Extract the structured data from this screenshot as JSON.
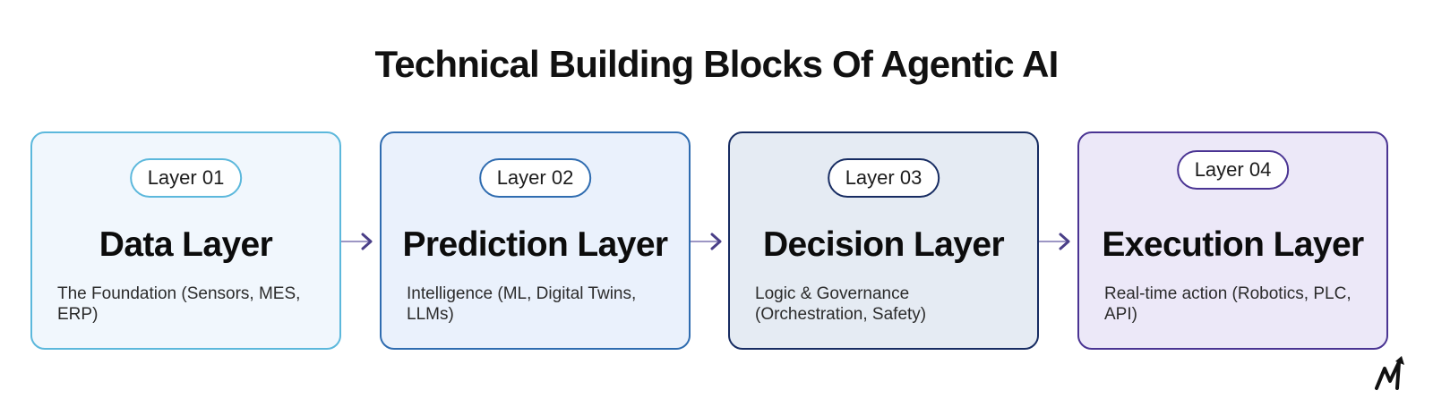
{
  "title": "Technical Building Blocks Of Agentic AI",
  "layers": [
    {
      "badge": "Layer 01",
      "name": "Data Layer",
      "description": "The Foundation (Sensors, MES, ERP)",
      "color": "#5cb8dc"
    },
    {
      "badge": "Layer 02",
      "name": "Prediction Layer",
      "description": "Intelligence (ML, Digital Twins, LLMs)",
      "color": "#2f6cb0"
    },
    {
      "badge": "Layer 03",
      "name": "Decision Layer",
      "description": "Logic & Governance (Orchestration, Safety)",
      "color": "#172c62"
    },
    {
      "badge": "Layer 04",
      "name": "Execution Layer",
      "description": "Real-time action (Robotics, PLC, API)",
      "color": "#4a3493"
    }
  ],
  "connector_color": "#4a3f88",
  "logo_icon": "m-arrow-logo-icon"
}
